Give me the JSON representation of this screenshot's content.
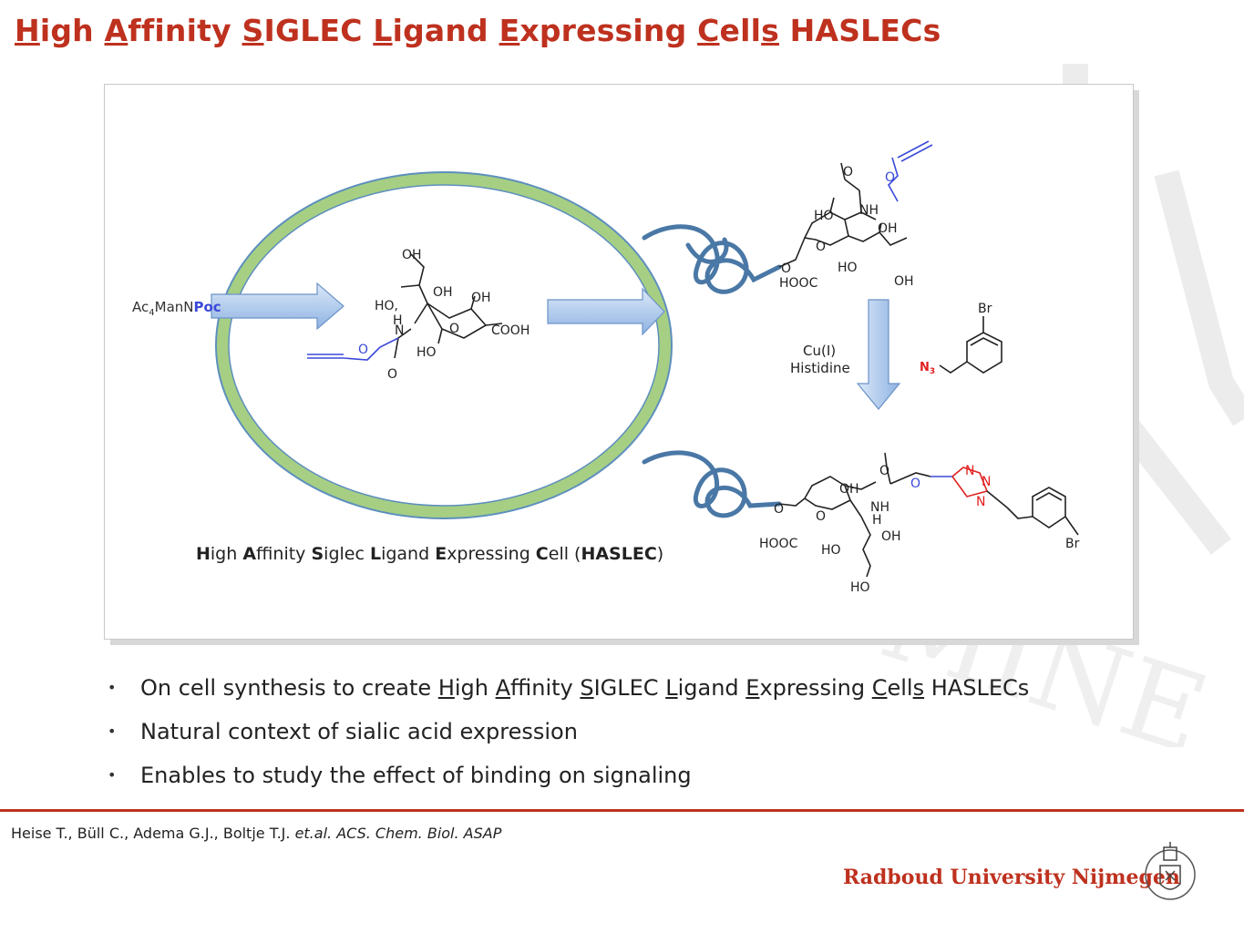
{
  "title": {
    "segments": [
      {
        "text": "H",
        "u": true
      },
      {
        "text": "igh ",
        "u": false
      },
      {
        "text": "A",
        "u": true
      },
      {
        "text": "ffinity ",
        "u": false
      },
      {
        "text": "S",
        "u": true
      },
      {
        "text": "IGLEC ",
        "u": false
      },
      {
        "text": "L",
        "u": true
      },
      {
        "text": "igand ",
        "u": false
      },
      {
        "text": "E",
        "u": true
      },
      {
        "text": "xpressing ",
        "u": false
      },
      {
        "text": "C",
        "u": true
      },
      {
        "text": "ell",
        "u": false
      },
      {
        "text": "s",
        "u": true
      },
      {
        "text": " HASLECs",
        "u": false
      }
    ]
  },
  "figure": {
    "precursor_prefix": "Ac",
    "precursor_sub": "4",
    "precursor_mid": "ManN",
    "precursor_suffix": "Poc",
    "reaction_line1": "Cu(I)",
    "reaction_line2": "Histidine",
    "caption_segments": [
      {
        "text": "H",
        "b": true
      },
      {
        "text": "igh ",
        "b": false
      },
      {
        "text": "A",
        "b": true
      },
      {
        "text": "ffinity ",
        "b": false
      },
      {
        "text": "S",
        "b": true
      },
      {
        "text": "iglec ",
        "b": false
      },
      {
        "text": "L",
        "b": true
      },
      {
        "text": "igand ",
        "b": false
      },
      {
        "text": "E",
        "b": true
      },
      {
        "text": "xpressing ",
        "b": false
      },
      {
        "text": "C",
        "b": true
      },
      {
        "text": "ell (",
        "b": false
      },
      {
        "text": "HASLEC",
        "b": true
      },
      {
        "text": ")",
        "b": false
      }
    ],
    "labels": {
      "oh": "OH",
      "ho": "HO",
      "ho2": "HO,",
      "hooc": "HOOC",
      "cooh": "COOH",
      "nh": "NH",
      "h": "H",
      "o": "O",
      "br": "Br",
      "n": "N",
      "n3": "N",
      "n3sub": "3"
    },
    "colors": {
      "alkyne": "#3b49d8",
      "azide": "#e0201f",
      "cell_fill": "#a6cf84",
      "cell_stroke": "#5d8fbd",
      "arrow": "#a9c7ec"
    }
  },
  "bullets": [
    {
      "segments": [
        {
          "text": "On cell synthesis to create ",
          "u": false
        },
        {
          "text": "H",
          "u": true
        },
        {
          "text": "igh ",
          "u": false
        },
        {
          "text": "A",
          "u": true
        },
        {
          "text": "ffinity ",
          "u": false
        },
        {
          "text": "S",
          "u": true
        },
        {
          "text": "IGLEC ",
          "u": false
        },
        {
          "text": "L",
          "u": true
        },
        {
          "text": "igand ",
          "u": false
        },
        {
          "text": "E",
          "u": true
        },
        {
          "text": "xpressing ",
          "u": false
        },
        {
          "text": "C",
          "u": true
        },
        {
          "text": "ell",
          "u": false
        },
        {
          "text": "s",
          "u": true
        },
        {
          "text": " HASLECs",
          "u": false
        }
      ]
    },
    {
      "segments": [
        {
          "text": "Natural context of sialic acid expression",
          "u": false
        }
      ]
    },
    {
      "segments": [
        {
          "text": "Enables to study the effect of binding on signaling",
          "u": false
        }
      ]
    }
  ],
  "reference": {
    "authors": "Heise T., Büll C., Adema G.J., Boltje T.J. ",
    "journal": "et.al. ACS. Chem. Biol. ASAP"
  },
  "footer": {
    "university": "Radboud University Nijmegen"
  },
  "theme": {
    "accent": "#be311e"
  }
}
